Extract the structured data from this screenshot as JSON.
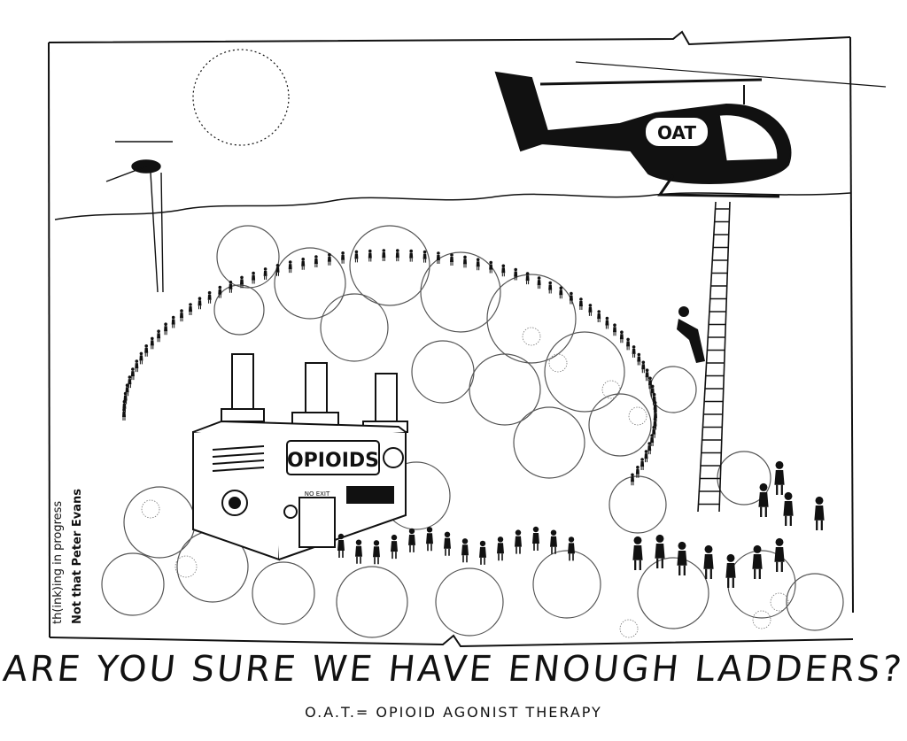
{
  "caption": {
    "main": "ARE YOU SURE WE HAVE ENOUGH LADDERS?",
    "sub": "O.A.T.= OPIOID AGONIST THERAPY"
  },
  "labels": {
    "helicopter": "OAT",
    "factory": "OPIOIDS",
    "door": "NO EXIT"
  },
  "signature": {
    "line1": "th(ink)ing in progress",
    "line2": "Not that Peter Evans"
  },
  "colors": {
    "ink": "#111111",
    "paper": "#ffffff"
  }
}
